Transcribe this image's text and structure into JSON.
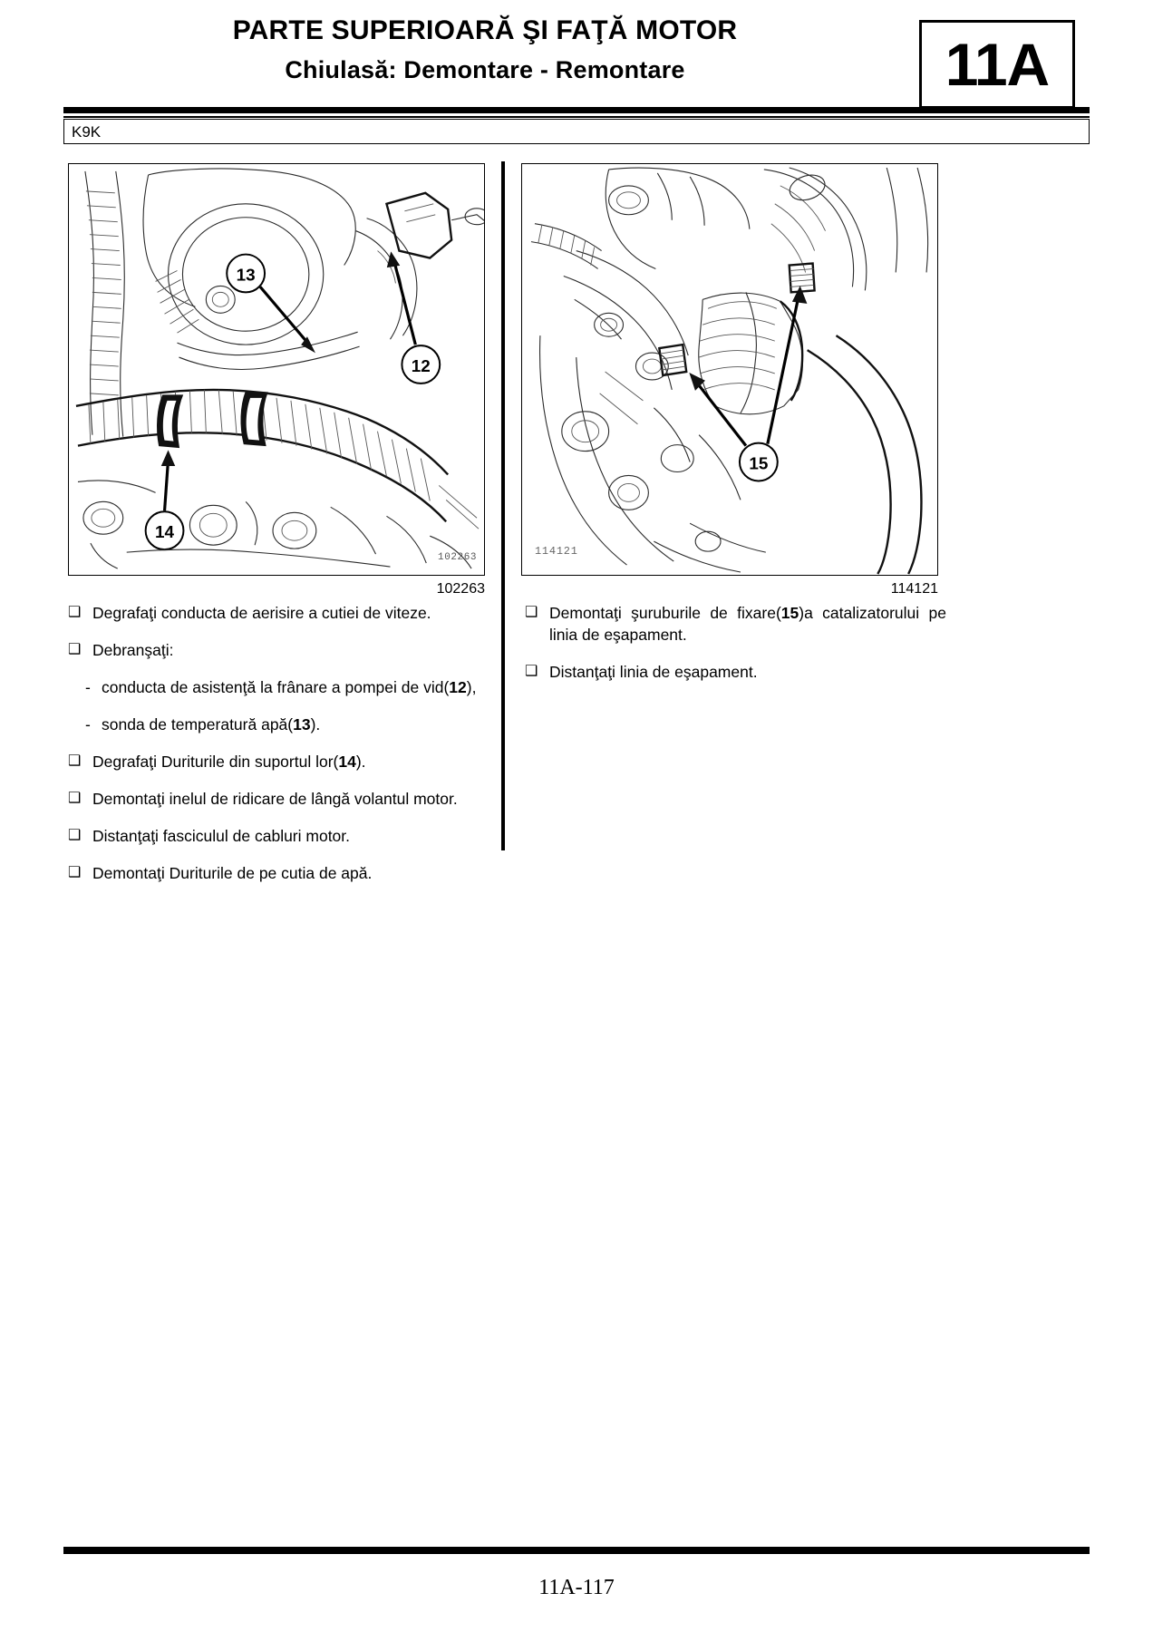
{
  "header": {
    "title_line1": "PARTE SUPERIOARĂ ŞI FAŢĂ MOTOR",
    "title_line2": "Chiulasă: Demontare - Remontare",
    "section_badge": "11A"
  },
  "engine_code": {
    "label": "K9K"
  },
  "figures": [
    {
      "position": "left",
      "caption": "102263",
      "in_image_stamp": "102263",
      "callouts": [
        "13",
        "12",
        "14"
      ],
      "alt": "Engine top view showing gearbox breather pipe, vacuum pump brake assistance pipe and water temperature sensor"
    },
    {
      "position": "right",
      "caption": "114121",
      "in_image_stamp": "114121",
      "callouts": [
        "15"
      ],
      "alt": "Catalytic converter mounting bolts on the exhaust line"
    }
  ],
  "columns": {
    "left": [
      {
        "type": "bullet",
        "marker": "❑",
        "text": "Degrafaţi conducta de aerisire a cutiei de viteze."
      },
      {
        "type": "bullet",
        "marker": "❑",
        "text": "Debranşaţi:"
      },
      {
        "type": "sub",
        "marker": "-",
        "text_before": "conducta de asistenţă la frânare a pompei de vid(",
        "bold": "12",
        "text_after": "),"
      },
      {
        "type": "sub",
        "marker": "-",
        "text_before": "sonda de temperatură apă(",
        "bold": "13",
        "text_after": ")."
      },
      {
        "type": "bullet",
        "marker": "❑",
        "text_before": "Degrafaţi Duriturile din suportul lor(",
        "bold": "14",
        "text_after": ")."
      },
      {
        "type": "bullet",
        "marker": "❑",
        "text": "Demontaţi inelul de ridicare de lângă volantul motor."
      },
      {
        "type": "bullet",
        "marker": "❑",
        "text": "Distanţaţi fasciculul de cabluri motor."
      },
      {
        "type": "bullet",
        "marker": "❑",
        "text": "Demontaţi Duriturile de pe cutia de apă."
      }
    ],
    "right": [
      {
        "type": "bullet",
        "marker": "❑",
        "text_before": "Demontaţi şuruburile de fixare(",
        "bold": "15",
        "text_after": ")a catalizatorului pe linia de eşapament."
      },
      {
        "type": "bullet",
        "marker": "❑",
        "text": "Distanţaţi linia de eşapament."
      }
    ]
  },
  "footer": {
    "page_number": "11A-117"
  },
  "colors": {
    "ink": "#000000",
    "paper": "#ffffff",
    "drawing_line": "#2b2b2b"
  }
}
